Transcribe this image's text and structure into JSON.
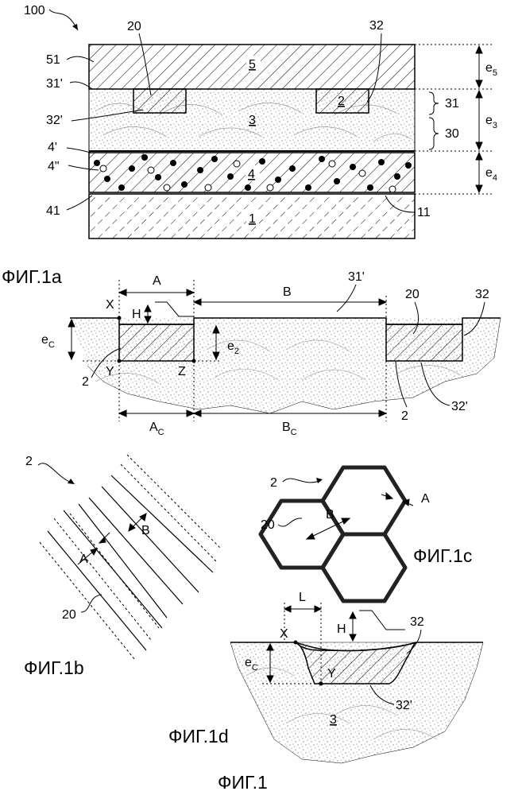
{
  "figure_number": "100",
  "fig1a": {
    "caption": "ФИГ.1а",
    "layers": {
      "layer5": "5",
      "layer3": "3",
      "layer4": "4",
      "layer1": "1",
      "grid_block": "2"
    },
    "refs": {
      "r20": "20",
      "r32": "32",
      "r51": "51",
      "r31p": "31'",
      "r32p": "32'",
      "r4p": "4'",
      "r4pp": "4\"",
      "r41": "41",
      "r11": "11",
      "r31": "31",
      "r30": "30"
    },
    "thickness": {
      "e5": "e",
      "e5_sub": "5",
      "e3": "e",
      "e3_sub": "3",
      "e4": "e",
      "e4_sub": "4"
    }
  },
  "fig1a_section": {
    "A": "A",
    "B": "B",
    "H": "H",
    "X": "X",
    "Y": "Y",
    "Z": "Z",
    "ec": "e",
    "ec_sub": "C",
    "e2": "e",
    "e2_sub": "2",
    "Ac": "A",
    "Ac_sub": "C",
    "Bc": "B",
    "Bc_sub": "C",
    "r31p": "31'",
    "r20": "20",
    "r32": "32",
    "r2a": "2",
    "r2b": "2",
    "r32p": "32'"
  },
  "fig1b": {
    "caption": "ФИГ.1b",
    "ref2": "2",
    "A": "A",
    "B": "B",
    "ref20": "20"
  },
  "fig1c": {
    "caption": "ФИГ.1с",
    "ref2": "2",
    "A": "A",
    "B": "B",
    "ref20": "20"
  },
  "fig1d": {
    "caption": "ФИГ.1d",
    "L": "L",
    "H": "H",
    "X": "X",
    "Y": "Y",
    "ec": "e",
    "ec_sub": "C",
    "ref32": "32",
    "ref32p": "32'",
    "ref3": "3"
  },
  "main_caption": "ФИГ.1",
  "colors": {
    "ink": "#000000",
    "paper": "#ffffff",
    "stipple": "#555555"
  }
}
